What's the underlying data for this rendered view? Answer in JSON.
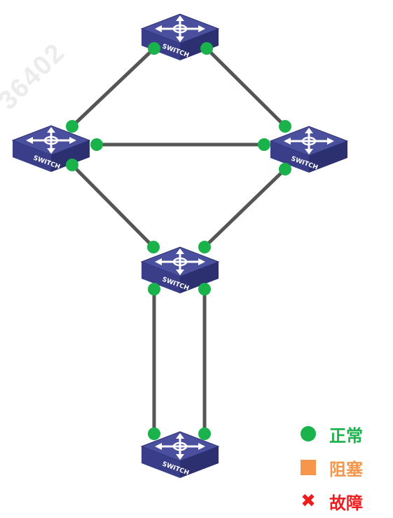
{
  "watermark": "36402",
  "colors": {
    "link": "#555555",
    "port_normal": "#19b24b",
    "switch_top": "#4a4f9e",
    "switch_side": "#2c2f70",
    "switch_front": "#3a3e88"
  },
  "switches": [
    {
      "id": "top",
      "label": "SWITCH"
    },
    {
      "id": "left",
      "label": "SWITCH"
    },
    {
      "id": "right",
      "label": "SWITCH"
    },
    {
      "id": "center",
      "label": "SWITCH"
    },
    {
      "id": "bottom",
      "label": "SWITCH"
    }
  ],
  "links": [
    {
      "from": "top",
      "to": "left",
      "status": "normal"
    },
    {
      "from": "top",
      "to": "right",
      "status": "normal"
    },
    {
      "from": "left",
      "to": "right",
      "status": "normal"
    },
    {
      "from": "left",
      "to": "center",
      "status": "normal"
    },
    {
      "from": "right",
      "to": "center",
      "status": "normal"
    },
    {
      "from": "center",
      "to": "bottom",
      "status": "normal"
    },
    {
      "from": "center",
      "to": "bottom",
      "status": "normal"
    }
  ],
  "legend": {
    "normal": {
      "label": "正常",
      "color": "#19b24b",
      "icon": "green-dot-icon"
    },
    "blocked": {
      "label": "阻塞",
      "color": "#f5964b",
      "icon": "orange-square-icon"
    },
    "fault": {
      "label": "故障",
      "color": "#ee1c1c",
      "icon": "red-cross-icon"
    }
  }
}
